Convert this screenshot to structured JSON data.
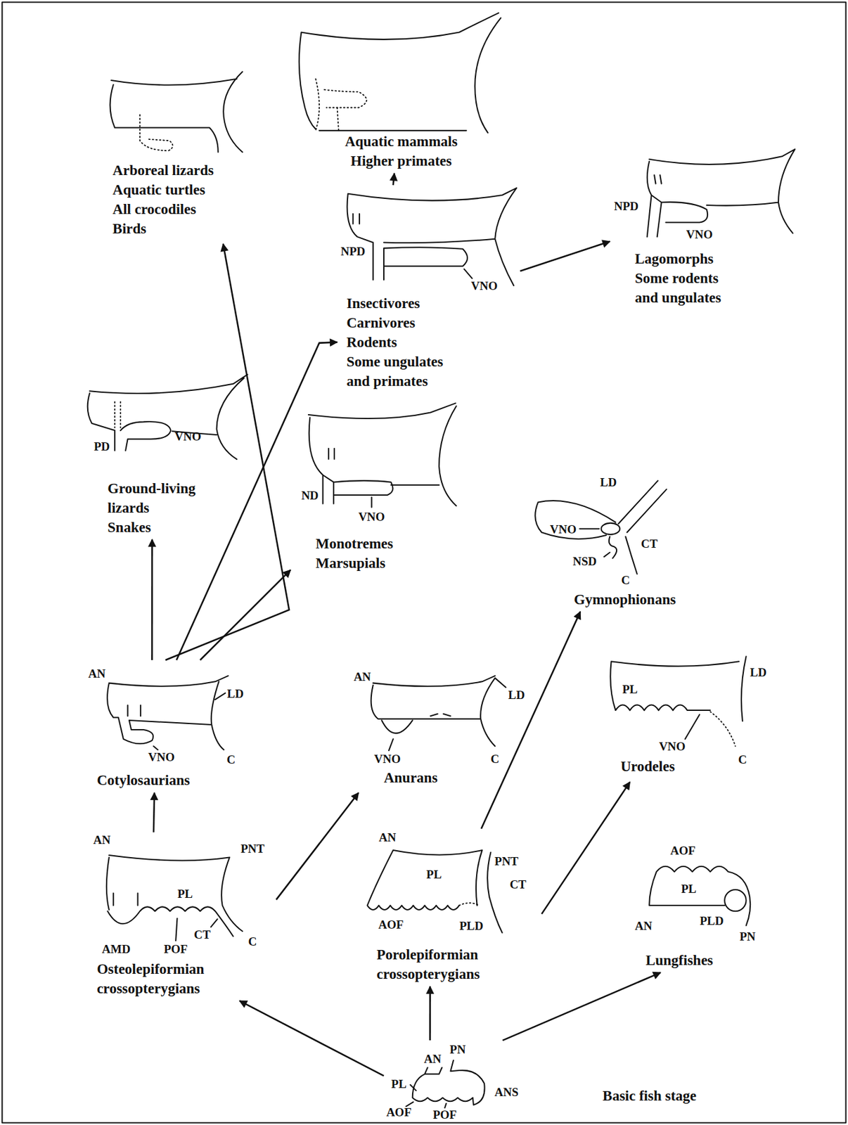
{
  "diagram": {
    "nodes": [
      {
        "text": [
          "Arboreal lizards",
          "Aquatic turtles",
          "All crocodiles",
          "Birds"
        ]
      },
      {
        "text": [
          "Aquatic mammals",
          "Higher primates"
        ]
      },
      {
        "text": [
          "Insectivores",
          "Carnivores",
          "Rodents",
          "Some ungulates and primates"
        ]
      },
      {
        "text": [
          "Lagomorphs",
          "Some rodents and ungulates"
        ]
      },
      {
        "text": [
          "Ground-living lizards",
          "Snakes"
        ]
      },
      {
        "text": [
          "Monotremes",
          "Marsupials"
        ]
      },
      {
        "text": [
          "Gymnophionans"
        ]
      },
      {
        "text": [
          "Cotylosaurians"
        ]
      },
      {
        "text": [
          "Anurans"
        ]
      },
      {
        "text": [
          "Urodeles"
        ]
      },
      {
        "text": [
          "Osteolepiformian crossopterygians"
        ]
      },
      {
        "text": [
          "Porolepiformian crossopterygians"
        ]
      },
      {
        "text": [
          "Lungfishes"
        ]
      },
      {
        "text": [
          "Basic fish stage"
        ]
      }
    ],
    "edges": [
      {
        "from": 13,
        "to": 10,
        "arrow": "to"
      },
      {
        "from": 13,
        "to": 11,
        "arrow": "to"
      },
      {
        "from": 13,
        "to": 12,
        "arrow": "to"
      },
      {
        "from": 10,
        "to": 7,
        "arrow": "to"
      },
      {
        "from": 10,
        "to": 8,
        "arrow": "to"
      },
      {
        "from": 11,
        "to": 6,
        "arrow": "to"
      },
      {
        "from": 11,
        "to": 9,
        "arrow": "to"
      },
      {
        "from": 7,
        "to": 4,
        "arrow": "to"
      },
      {
        "from": 7,
        "to": 0,
        "arrow": "to"
      },
      {
        "from": 7,
        "to": 2,
        "arrow": "to"
      },
      {
        "from": 7,
        "to": 5,
        "arrow": "to"
      },
      {
        "from": 2,
        "to": 1,
        "arrow": "to"
      },
      {
        "from": 2,
        "to": 3,
        "arrow": "to"
      }
    ],
    "labels": [
      "NPD",
      "VNO",
      "NPD",
      "VNO",
      "PD",
      "VNO",
      "ND",
      "VNO",
      "LD",
      "VNO",
      "CT",
      "NSD",
      "C",
      "AN",
      "LD",
      "VNO",
      "C",
      "AN",
      "LD",
      "VNO",
      "C",
      "LD",
      "PL",
      "VNO",
      "C",
      "AN",
      "PNT",
      "PL",
      "CT",
      "C",
      "AMD",
      "POF",
      "AN",
      "PL",
      "PNT",
      "CT",
      "AOF",
      "PLD",
      "AOF",
      "PL",
      "PLD",
      "AN",
      "PN",
      "AN",
      "PN",
      "PL",
      "AOF",
      "POF",
      "ANS"
    ]
  }
}
